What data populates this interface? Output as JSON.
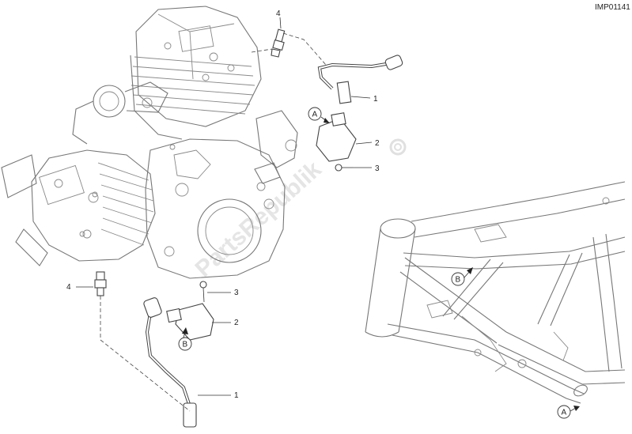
{
  "diagram": {
    "ref_id": "IMP01141",
    "watermark": "PartsRepublik",
    "callouts_upper": {
      "c1": "1",
      "c2": "2",
      "c3": "3",
      "c4": "4",
      "marker": "A"
    },
    "callouts_lower": {
      "c1": "1",
      "c2": "2",
      "c3": "3",
      "c4": "4",
      "marker": "B"
    },
    "frame_markers": {
      "b": "B",
      "a": "A"
    }
  }
}
